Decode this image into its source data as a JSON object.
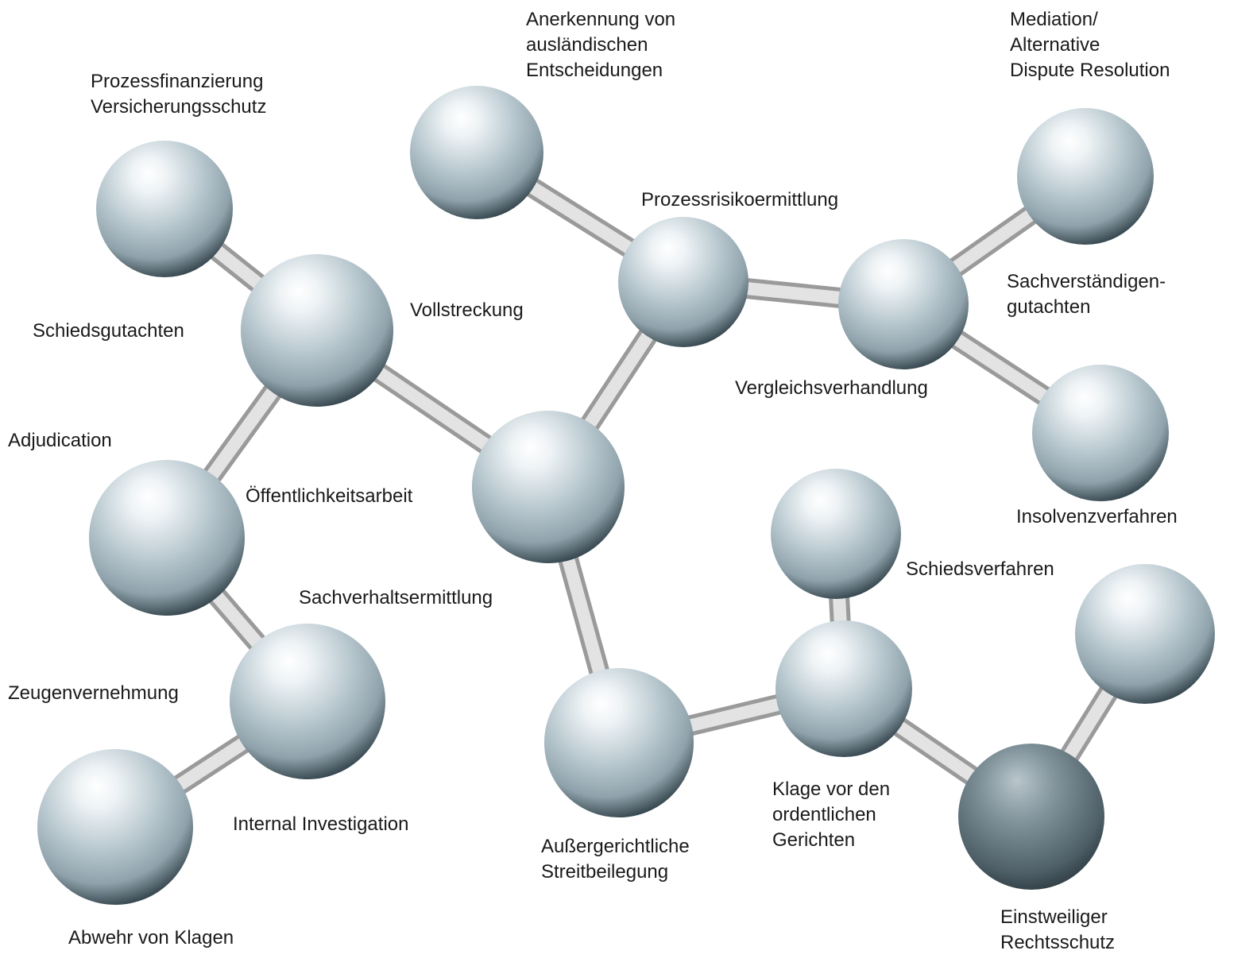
{
  "diagram": {
    "colors": {
      "background": "#ffffff",
      "sphere_highlight": "#ffffff",
      "sphere_mid": "#bccbd2",
      "sphere_base": "#8fa2ab",
      "sphere_shadow": "#33434b",
      "rod_light": "#f2f2f2",
      "rod_dark": "#8c8c8c",
      "text": "#1a1a1a"
    },
    "labels": {
      "prozessfinanzierung": "Prozessfinanzierung\nVersicherungsschutz",
      "anerkennung": "Anerkennung von\nausländischen\nEntscheidungen",
      "mediation": "Mediation/\nAlternative\nDispute Resolution",
      "prozessrisiko": "Prozessrisikoermittlung",
      "sachverstaendigen": "Sachverständigen-\ngutachten",
      "schiedsgutachten": "Schiedsgutachten",
      "vollstreckung": "Vollstreckung",
      "vergleich": "Vergleichsverhandlung",
      "adjudication": "Adjudication",
      "oeffentlichkeit": "Öffentlichkeitsarbeit",
      "insolvenz": "Insolvenzverfahren",
      "schiedsverfahren": "Schiedsverfahren",
      "sachverhalt": "Sachverhaltsermittlung",
      "zeugen": "Zeugenvernehmung",
      "klage": "Klage vor den\nordentlichen\nGerichten",
      "internal": "Internal Investigation",
      "aussergerichtlich": "Außergerichtliche\nStreitbeilegung",
      "abwehr": "Abwehr von Klagen",
      "einstweilig": "Einstweiliger\nRechtsschutz"
    }
  }
}
